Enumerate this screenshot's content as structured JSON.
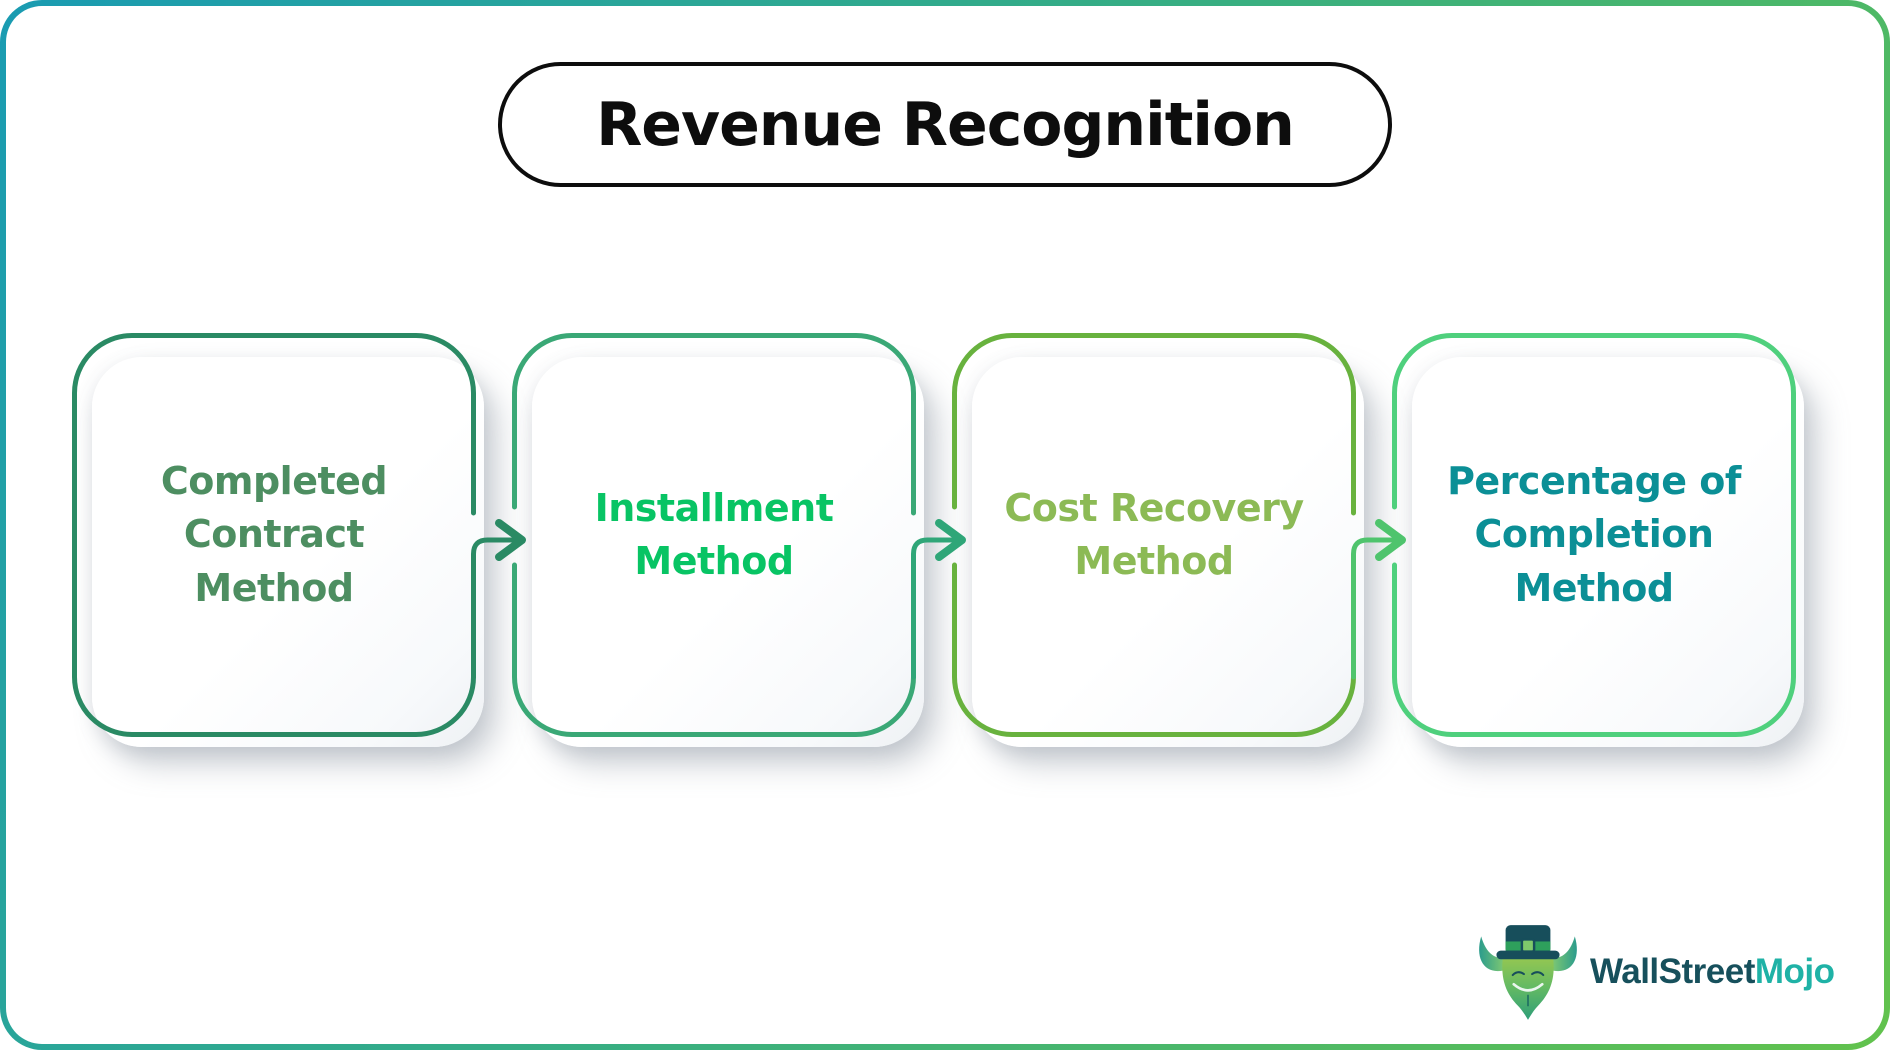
{
  "title": {
    "text": "Revenue Recognition"
  },
  "flow": {
    "boxes": [
      {
        "label": "Completed Contract Method",
        "lines": [
          "Completed",
          "Contract",
          "Method"
        ],
        "border_color": "#2A8A64",
        "text_color": "#4D8E61",
        "arrow_color": "#2A8A64",
        "has_outgoing_arrow": true
      },
      {
        "label": "Installment Method",
        "lines": [
          "Installment",
          "Method"
        ],
        "border_color": "#3AA876",
        "text_color": "#08C464",
        "arrow_color": "#2FA678",
        "has_outgoing_arrow": true
      },
      {
        "label": "Cost Recovery Method",
        "lines": [
          "Cost Recovery",
          "Method"
        ],
        "border_color": "#68B23E",
        "text_color": "#8CBA55",
        "arrow_color": "#4FC46D",
        "has_outgoing_arrow": true
      },
      {
        "label": "Percentage of Completion Method",
        "lines": [
          "Percentage of",
          "Completion",
          "Method"
        ],
        "border_color": "#4FD07D",
        "text_color": "#0B8F96",
        "arrow_color": "#4FD07D",
        "has_outgoing_arrow": false
      }
    ]
  },
  "logo": {
    "part1": "WallStreet",
    "part2": "Mojo",
    "part1_color": "#17505C",
    "part2_color": "#1FB2A6",
    "icon": "bull-with-top-hat-icon"
  },
  "frame": {
    "gradient_start": "#1A9BB2",
    "gradient_mid": "#35AD85",
    "gradient_end": "#62C24D"
  }
}
